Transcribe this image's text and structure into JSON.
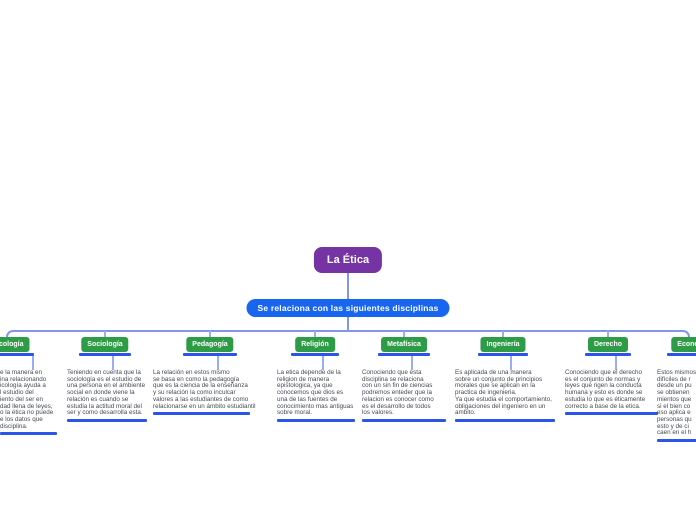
{
  "root": {
    "label": "La Ética"
  },
  "subtitle": {
    "label": "Se relaciona con las siguientes disciplinas"
  },
  "colors": {
    "root_bg": "#7633A3",
    "subtitle_bg": "#1866EF",
    "discipline_bg": "#2E9C47",
    "underline_bar": "#2B55EA",
    "connector_line": "#8296F0",
    "body_text": "#454A52",
    "background": "#FFFFFF"
  },
  "disciplines": [
    {
      "name": "Psicología",
      "desc": "e la manera en\nina relacionando\nicología ayuda a\nl estudio del\niento del ser en\ndad llena de leyes,\no la ética no puede\ne los datos que\ndisciplina."
    },
    {
      "name": "Sociología",
      "desc": "Teniendo en cuenta que la\nsociología es el estudio de\nuna persona en el ambiente\nsocial en donde viene la\nrelación es cuando se\nestudia la actitud moral del\nser y como desarrolla esta."
    },
    {
      "name": "Pedagogía",
      "desc": "La relación en estos mismo\nse basa en como la pedagogía\nque es la ciencia de la enseñanza\ny su relación la como inculcar\nvalores a las estudiantes de como\nrelacionarse en un ámbito estudiantil"
    },
    {
      "name": "Religión",
      "desc": "La etica depende de la\nreligion de manera\nepistologica, ya que\nconocemos que dios es\nuna de las fuentes de\nconocimiento mas antiguas\nsobre moral."
    },
    {
      "name": "Metafísica",
      "desc": "Conociendo que esta\ndisciplina se relaciona\ncon un sin fin de ciencias\npodremos enteder que la\nrelacion es conocer como\nes el desarrollo de todos\nlos valores."
    },
    {
      "name": "Ingeniería",
      "desc": "Es aplicada de una manera\nsobre un conjunto de principios\nmorales que se aplican en la\npractica de ingenieria.\nYa que estudia el comportamiento,\nobligaciones del ingeniero en un\nambito."
    },
    {
      "name": "Derecho",
      "desc": "Conociendo que el derecho\nes el conjunto de normas y\nleyes que rigen la conducta\nhumana y esto es donde se\nestudia lo que es éticamente\ncorrecto a base de la etica."
    },
    {
      "name": "Economía",
      "desc": "Estos mismos\ndifíciles de r\ndesde un pu\nse obtienen\nmientos que\nsi el bien co\neso aplica e\npersonas qu\nesto y de ci\ncaen en el h"
    }
  ]
}
